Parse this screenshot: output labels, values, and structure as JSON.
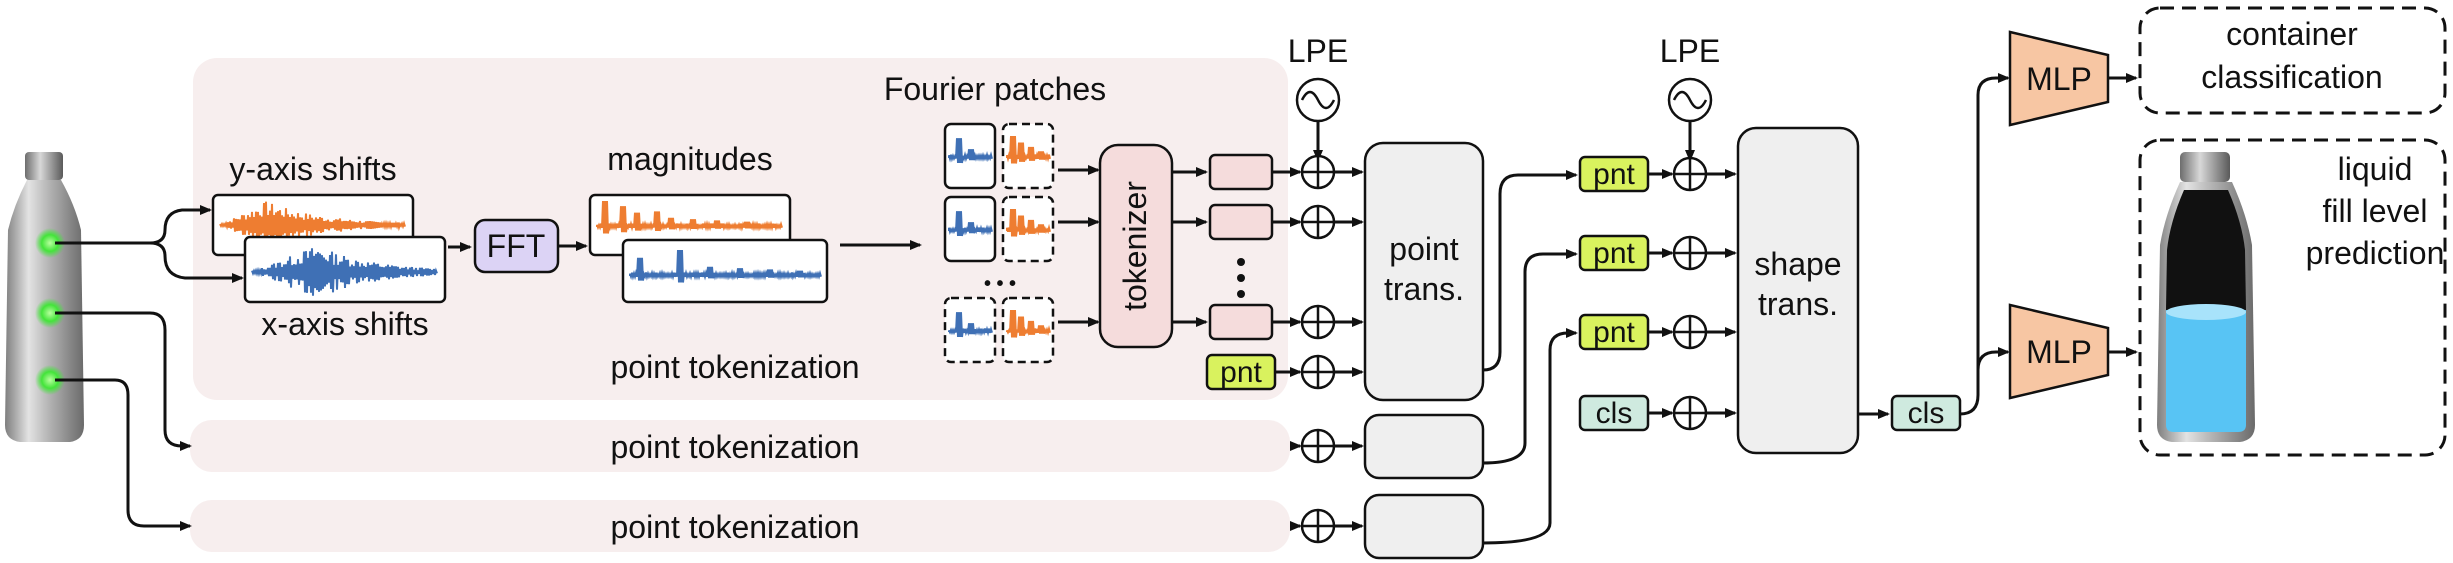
{
  "title": "",
  "labels": {
    "y_axis_shifts": "y-axis shifts",
    "x_axis_shifts": "x-axis shifts",
    "fft": "FFT",
    "magnitudes": "magnitudes",
    "fourier_patches": "Fourier patches",
    "tokenizer": "tokenizer",
    "point_tokenization": "point tokenization",
    "point_tokenization_2": "point tokenization",
    "point_tokenization_3": "point tokenization",
    "lpe_1": "LPE",
    "lpe_2": "LPE",
    "point_trans_line1": "point",
    "point_trans_line2": "trans.",
    "shape_trans_line1": "shape",
    "shape_trans_line2": "trans.",
    "pnt": "pnt",
    "cls": "cls",
    "mlp": "MLP",
    "container_classification_line1": "container",
    "container_classification_line2": "classification",
    "liquid_fill_line1": "liquid",
    "liquid_fill_line2": "fill level",
    "liquid_fill_line3": "prediction",
    "ellipsis": "• • •"
  },
  "colors": {
    "orange_signal": "#ee7d31",
    "blue_signal": "#3f70b5",
    "fft_box": "#dcd3f5",
    "tokenizer_box": "#f5dcdc",
    "pnt_token": "#d9f25e",
    "cls_token": "#cfeadf",
    "mlp": "#f7c6a3",
    "panel_bg": "#f7eeee",
    "transformer_box": "#efefef",
    "led_green": "#43e43a",
    "liquid_blue": "#58c4f4"
  }
}
